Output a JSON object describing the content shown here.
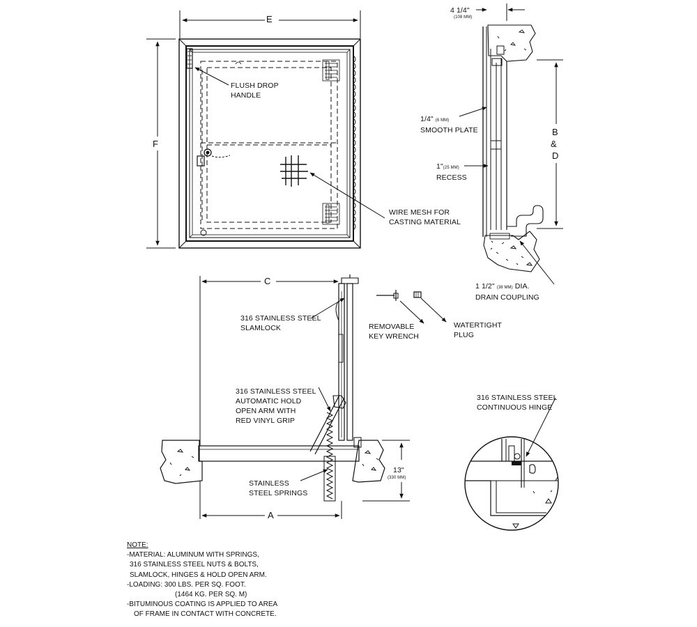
{
  "dimensions": {
    "E": "E",
    "F": "F",
    "C": "C",
    "A": "A",
    "BD_top": "B",
    "BD_mid": "&",
    "BD_bot": "D"
  },
  "side_view": {
    "top_dim": "4 1/4\"",
    "top_dim_mm": "(108 MM)",
    "plate": {
      "size": "1/4\"",
      "mm": "(6 MM)",
      "label": "SMOOTH PLATE"
    },
    "recess": {
      "size": "1\"",
      "mm": "(25 MM)",
      "label": "RECESS"
    },
    "drain": {
      "size": "1 1/2\"",
      "mm": "(38 MM)",
      "label1": "DIA.",
      "label2": "DRAIN COUPLING"
    }
  },
  "plan_view": {
    "handle": [
      "FLUSH DROP",
      "HANDLE"
    ],
    "mesh": [
      "WIRE MESH FOR",
      "CASTING MATERIAL"
    ]
  },
  "section_view": {
    "slamlock": [
      "316 STAINLESS STEEL",
      "SLAMLOCK"
    ],
    "key": [
      "REMOVABLE",
      "KEY WRENCH"
    ],
    "plug": [
      "WATERTIGHT",
      "PLUG"
    ],
    "arm": [
      "316 STAINLESS STEEL",
      "AUTOMATIC HOLD",
      "OPEN ARM WITH",
      "RED VINYL GRIP"
    ],
    "springs": [
      "STAINLESS",
      "STEEL SPRINGS"
    ],
    "depth": "13\"",
    "depth_mm": "(330 MM)"
  },
  "hinge_detail": [
    "316 STAINLESS STEEL",
    "CONTINUOUS HINGE"
  ],
  "notes": {
    "title": "NOTE:",
    "lines": [
      "-MATERIAL: ALUMINUM WITH SPRINGS,",
      " 316 STAINLESS STEEL NUTS & BOLTS,",
      " SLAMLOCK, HINGES & HOLD OPEN ARM.",
      "-LOADING: 300 LBS. PER SQ. FOOT.",
      "(1464 KG. PER SQ. M)",
      "-BITUMINOUS COATING IS APPLIED TO AREA",
      " OF FRAME IN CONTACT WITH CONCRETE."
    ]
  },
  "colors": {
    "ink": "#111111",
    "paper": "#ffffff"
  }
}
